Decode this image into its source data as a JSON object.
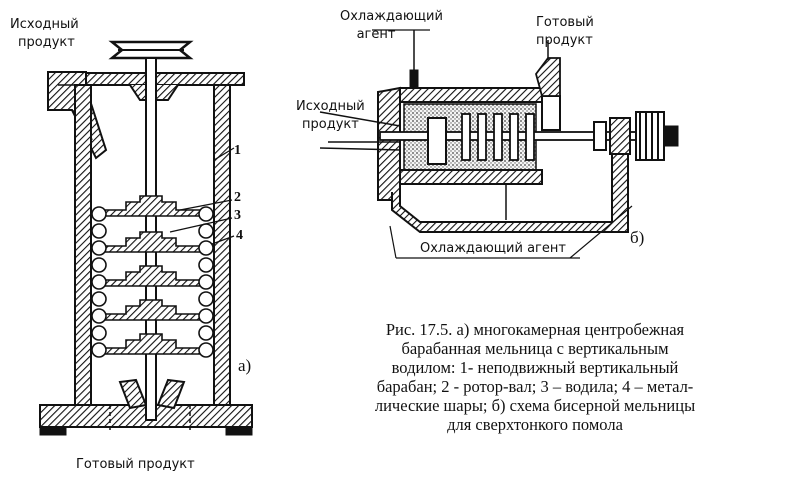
{
  "diagram_a": {
    "label_input": [
      "Исходный",
      "продукт"
    ],
    "label_output": "Готовый продукт",
    "part_numbers": [
      "1",
      "2",
      "3",
      "4"
    ],
    "part_label": "а)"
  },
  "diagram_b": {
    "label_coolant_top": [
      "Охлаждающий",
      "агент"
    ],
    "label_product_top": [
      "Готовый",
      "продукт"
    ],
    "label_input": [
      "Исходный",
      "продукт"
    ],
    "label_coolant_bottom": "Охлаждающий агент",
    "part_label": "б)"
  },
  "caption": {
    "lines": [
      "Рис. 17.5. а) многокамерная центробежная",
      "барабанная мельница с вертикальным",
      "водилом:  1- неподвижный вертикальный",
      "барабан; 2 - ротор-вал; 3 – водила; 4 – метал-",
      "лические шары; б) схема бисерной мельницы",
      "для сверхтонкого помола"
    ]
  }
}
